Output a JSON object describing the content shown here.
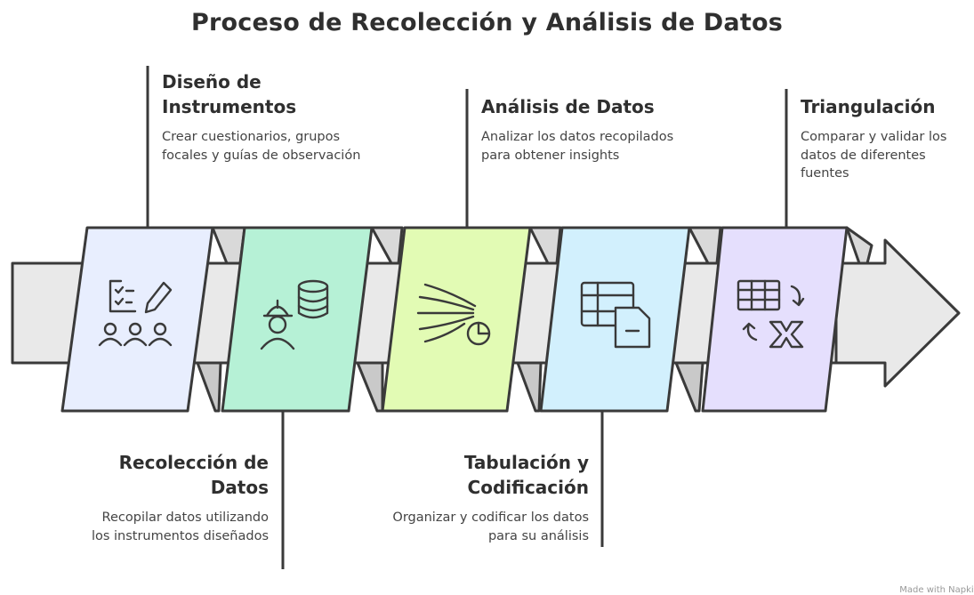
{
  "title": "Proceso de Recolección y Análisis de Datos",
  "steps": [
    {
      "title": "Diseño de Instrumentos",
      "description": "Crear cuestionarios, grupos focales y guías de observación",
      "color": "#e8eefe",
      "icon": "survey-team-icon"
    },
    {
      "title": "Recolección de Datos",
      "description": "Recopilar datos utilizando los instrumentos diseñados",
      "color": "#b6f1d6",
      "icon": "worker-database-icon"
    },
    {
      "title": "Análisis de Datos",
      "description": "Analizar los datos recopilados para obtener insights",
      "color": "#e2fbb4",
      "icon": "data-flow-chart-icon"
    },
    {
      "title": "Tabulación y Codificación",
      "description": "Organizar y codificar los datos para su análisis",
      "color": "#d2f0fd",
      "icon": "table-document-icon"
    },
    {
      "title": "Triangulación",
      "description": "Comparar y validar los datos de diferentes fuentes",
      "color": "#e5dffd",
      "icon": "spreadsheet-exchange-icon"
    }
  ],
  "watermark": "Made with Napkin"
}
